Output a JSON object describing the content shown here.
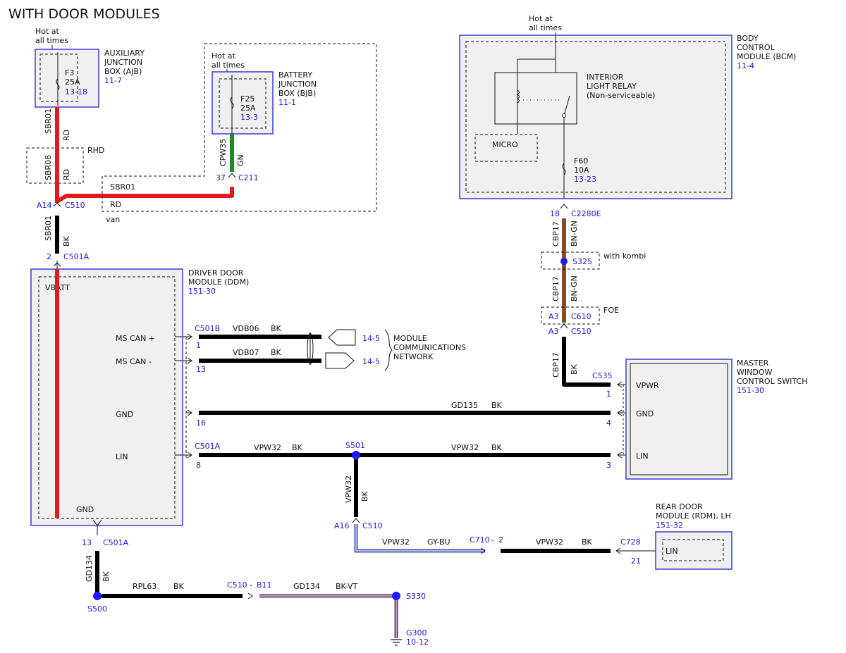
{
  "title": "WITH DOOR MODULES",
  "ajb": {
    "hot": [
      "Hot at",
      "all times"
    ],
    "fuse": "F3",
    "amp": "25A",
    "fuse_ref": "13-18",
    "name": [
      "AUXILIARY",
      "JUNCTION",
      "BOX (AJB)"
    ],
    "ref": "11-7"
  },
  "bjb": {
    "hot": [
      "Hot at",
      "all times"
    ],
    "fuse": "F25",
    "amp": "25A",
    "fuse_ref": "13-3",
    "name": [
      "BATTERY",
      "JUNCTION",
      "BOX (BJB)"
    ],
    "ref": "11-1"
  },
  "bcm": {
    "hot": [
      "Hot at",
      "all times"
    ],
    "name": [
      "BODY",
      "CONTROL",
      "MODULE (BCM)"
    ],
    "ref": "11-4",
    "relay": [
      "INTERIOR",
      "LIGHT RELAY",
      "(Non-serviceable)"
    ],
    "micro": "MICRO",
    "fuse": "F60",
    "amp": "10A",
    "fuse_ref": "13-23"
  },
  "ddm": {
    "name": [
      "DRIVER DOOR",
      "MODULE (DDM)"
    ],
    "ref": "151-30",
    "vbatt": "VBATT",
    "mscan_p": "MS CAN +",
    "mscan_n": "MS CAN -",
    "gnd": "GND",
    "lin": "LIN",
    "gnd_bottom": "GND"
  },
  "mwcs": {
    "name": [
      "MASTER",
      "WINDOW",
      "CONTROL SWITCH"
    ],
    "ref": "151-30",
    "vpwr": "VPWR",
    "gnd": "GND",
    "lin": "LIN"
  },
  "rdm": {
    "name": [
      "REAR DOOR",
      "MODULE (RDM), LH"
    ],
    "ref": "151-32",
    "lin": "LIN"
  },
  "network": {
    "label": [
      "MODULE",
      "COMMUNICATIONS",
      "NETWORK"
    ],
    "ref1": "14-5",
    "ref2": "14-5"
  },
  "labels": {
    "sbr01_a": "SBR01",
    "rd_a": "RD",
    "rhd": "RHD",
    "sbr08": "SBR08",
    "rd_b": "RD",
    "cpw35": "CPW35",
    "gn": "GN",
    "pin37": "37",
    "c211": "C211",
    "sbr01_h": "SBR01",
    "rd_h": "RD",
    "van": "van",
    "a14": "A14",
    "c510_a": "C510",
    "sbr01_b": "SBR01",
    "bk_a": "BK",
    "pin2": "2",
    "c501a_top": "C501A",
    "pin18": "18",
    "c2280e": "C2280E",
    "cbp17_a": "CBP17",
    "bngn_a": "BN-GN",
    "s325": "S325",
    "with_kombi": "with kombi",
    "cbp17_b": "CBP17",
    "bngn_b": "BN-GN",
    "a3_a": "A3",
    "c610": "C610",
    "foe": "FOE",
    "a3_b": "A3",
    "c510_b": "C510",
    "cbp17_c": "CBP17",
    "bk_b": "BK",
    "c535": "C535",
    "pin1_r": "1",
    "c501b": "C501B",
    "pin1_l": "1",
    "vdb06": "VDB06",
    "bk_c": "BK",
    "vdb07": "VDB07",
    "bk_d": "BK",
    "pin13": "13",
    "gd135": "GD135",
    "bk_e": "BK",
    "pin16": "16",
    "pin4": "4",
    "c501a_mid": "C501A",
    "pin8": "8",
    "vpw32_a": "VPW32",
    "bk_f": "BK",
    "s501": "S501",
    "vpw32_b": "VPW32",
    "bk_g": "BK",
    "pin3": "3",
    "vpw32_c": "VPW32",
    "bk_h": "BK",
    "a16": "A16",
    "c510_c": "C510",
    "vpw32_d": "VPW32",
    "gybu": "GY-BU",
    "c710": "C710",
    "dash1": "-",
    "pin2_c710": "2",
    "vpw32_e": "VPW32",
    "bk_i": "BK",
    "c728": "C728",
    "pin21": "21",
    "pin13_b": "13",
    "c501a_bot": "C501A",
    "gd134_a": "GD134",
    "bk_j": "BK",
    "s500": "S500",
    "rpl63": "RPL63",
    "bk_k": "BK",
    "c510_d": "C510",
    "dash2": "-",
    "b11": "B11",
    "gd134_b": "GD134",
    "bkvt": "BK-VT",
    "s330": "S330",
    "g300": "G300",
    "g300_ref": "10-12"
  },
  "colors": {
    "red": "#e01b1b",
    "black": "#000000",
    "brown": "#8b4a26",
    "green": "#1f8a2a",
    "blue_text": "#1a1acc",
    "gybu": "#4a5ab0",
    "bkvt": "#6a3a6a"
  }
}
